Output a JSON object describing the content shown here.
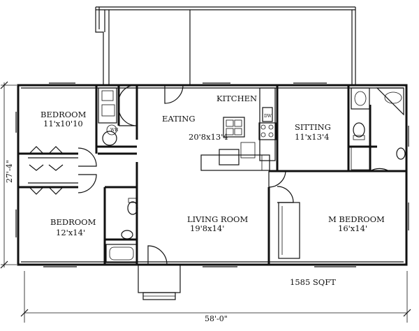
{
  "plan": {
    "rooms": {
      "bedroom1": {
        "name": "BEDROOM",
        "size": "11'x10'10"
      },
      "bedroom2": {
        "name": "BEDROOM",
        "size": "12'x14'"
      },
      "eating": {
        "name": "EATING"
      },
      "kitchen": {
        "name": "KITCHEN",
        "size": "20'8x13'4"
      },
      "sitting": {
        "name": "SITTING",
        "size": "11'x13'4"
      },
      "living": {
        "name": "LIVING ROOM",
        "size": "19'8x14'"
      },
      "master": {
        "name": "M BEDROOM",
        "size": "16'x14'"
      }
    },
    "area": "1585 SQFT",
    "width_dim": "58'-0\"",
    "depth_dim": "27'-4\"",
    "fixtures": {
      "dw": "DW",
      "wh": "WH"
    }
  }
}
